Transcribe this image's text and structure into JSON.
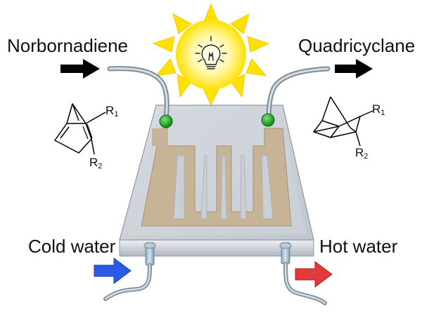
{
  "labels": {
    "top_left": "Norbornadiene",
    "top_right": "Quadricyclane",
    "bottom_left": "Cold water",
    "bottom_right": "Hot water"
  },
  "substituents": {
    "r1_letter": "R",
    "r1_index": "1",
    "r2_letter": "R",
    "r2_index": "2"
  },
  "colors": {
    "sun": "#FFE100",
    "cold_arrow": "#2A5BE6",
    "hot_arrow": "#E23A3A",
    "flow_arrow": "#000000",
    "connector": "#1FA01F",
    "channel_fill": "#C7B496"
  },
  "icons": [
    "sun-icon",
    "light-bulb-icon",
    "arrow-right-icon"
  ]
}
